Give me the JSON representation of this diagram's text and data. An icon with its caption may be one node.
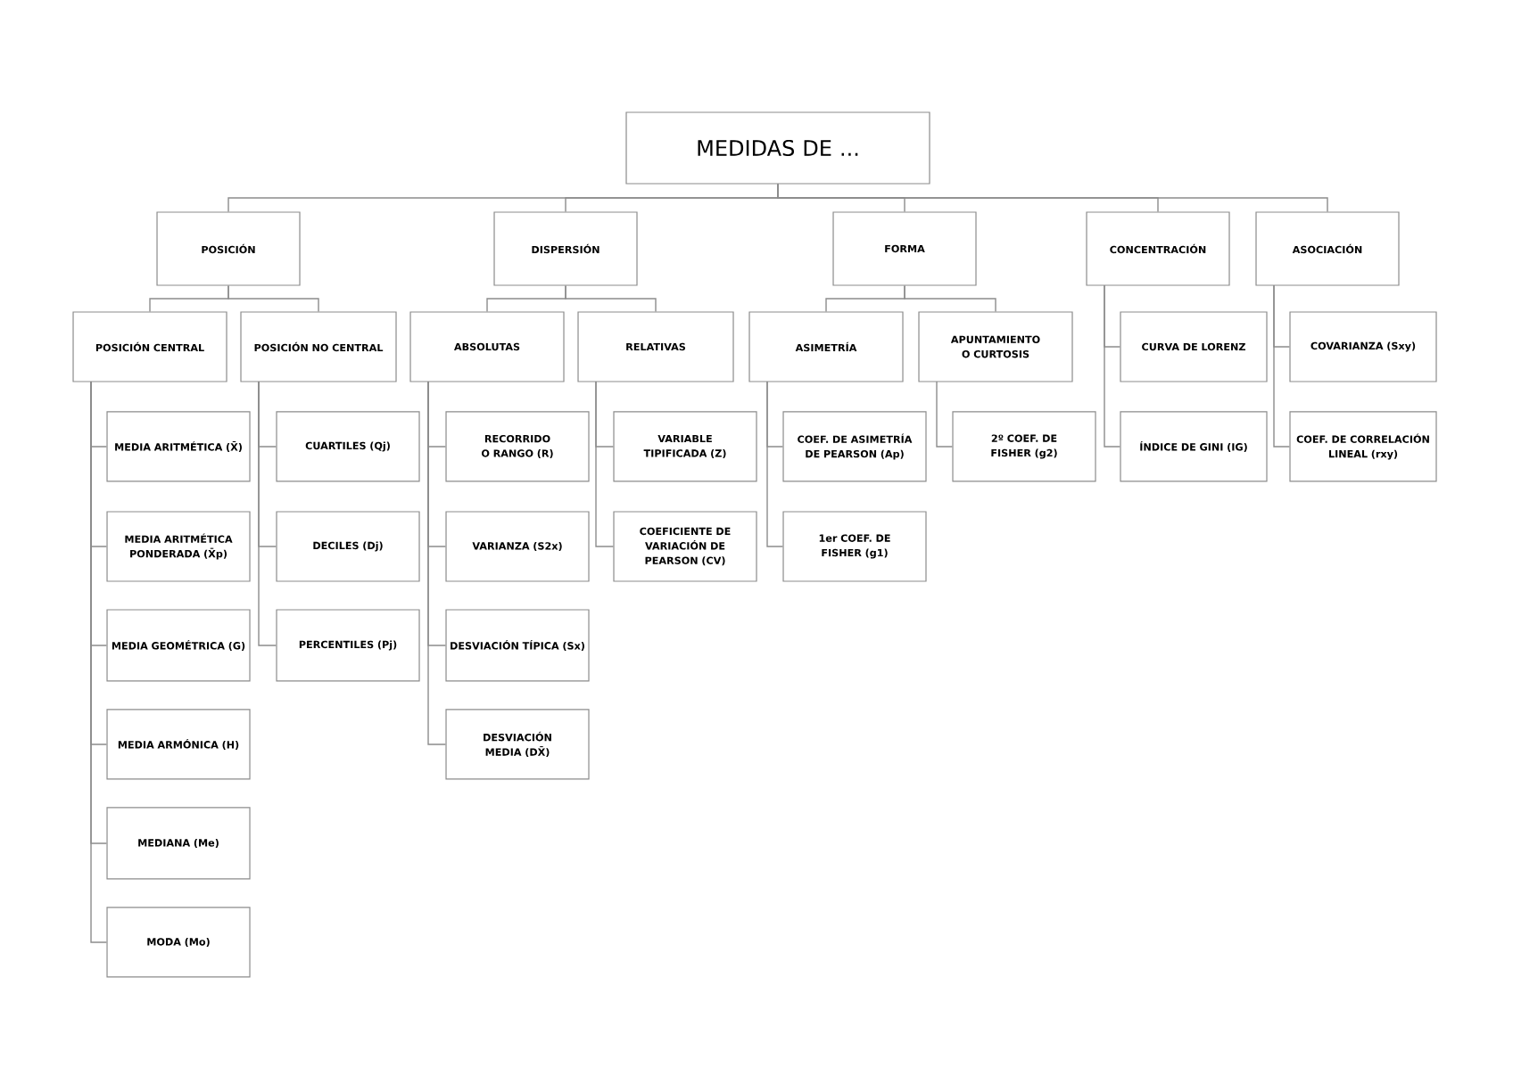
{
  "diagram": {
    "nodes": [
      {
        "text": [
          "MEDIDAS DE ..."
        ]
      },
      {
        "text": [
          "POSICIÓN"
        ]
      },
      {
        "text": [
          "DISPERSIÓN"
        ]
      },
      {
        "text": [
          "FORMA"
        ]
      },
      {
        "text": [
          "CONCENTRACIÓN"
        ]
      },
      {
        "text": [
          "ASOCIACIÓN"
        ]
      },
      {
        "text": [
          "POSICIÓN CENTRAL"
        ]
      },
      {
        "text": [
          "POSICIÓN NO CENTRAL"
        ]
      },
      {
        "text": [
          "ABSOLUTAS"
        ]
      },
      {
        "text": [
          "RELATIVAS"
        ]
      },
      {
        "text": [
          "ASIMETRÍA"
        ]
      },
      {
        "text": [
          "APUNTAMIENTO O CURTOSIS"
        ]
      },
      {
        "text": [
          "MEDIA ARITMÉTICA (X̄)"
        ]
      },
      {
        "text": [
          "MEDIA ARITMÉTICA PONDERADA (X̄p)"
        ]
      },
      {
        "text": [
          "MEDIA GEOMÉTRICA (G)"
        ]
      },
      {
        "text": [
          "MEDIA ARMÓNICA (H)"
        ]
      },
      {
        "text": [
          "MEDIANA (Me)"
        ]
      },
      {
        "text": [
          "MODA (Mo)"
        ]
      },
      {
        "text": [
          "CUARTILES (Qj)"
        ]
      },
      {
        "text": [
          "DECILES (Dj)"
        ]
      },
      {
        "text": [
          "PERCENTILES (Pj)"
        ]
      },
      {
        "text": [
          "RECORRIDO O RANGO (R)"
        ]
      },
      {
        "text": [
          "VARIANZA (S2x)"
        ]
      },
      {
        "text": [
          "DESVIACIÓN TÍPICA (Sx)"
        ]
      },
      {
        "text": [
          "DESVIACIÓN MEDIA (DX̄)"
        ]
      },
      {
        "text": [
          "VARIABLE TIPIFICADA (Z)"
        ]
      },
      {
        "text": [
          "COEFICIENTE DE VARIACIÓN DE PEARSON (CV)"
        ]
      },
      {
        "text": [
          "COEF. DE ASIMETRÍA DE PEARSON (Ap)"
        ]
      },
      {
        "text": [
          "1er COEF. DE FISHER (g1)"
        ]
      },
      {
        "text": [
          "2º COEF. DE FISHER (g2)"
        ]
      },
      {
        "text": [
          "CURVA DE LORENZ"
        ]
      },
      {
        "text": [
          "ÍNDICE DE GINI (IG)"
        ]
      },
      {
        "text": [
          "COVARIANZA (Sxy)"
        ]
      },
      {
        "text": [
          "COEF. DE CORRELACIÓN LINEAL (rxy)"
        ]
      }
    ],
    "edges": [
      {
        "from": 0,
        "to": 1,
        "arrow": "none"
      },
      {
        "from": 0,
        "to": 2,
        "arrow": "none"
      },
      {
        "from": 0,
        "to": 3,
        "arrow": "none"
      },
      {
        "from": 0,
        "to": 4,
        "arrow": "none"
      },
      {
        "from": 0,
        "to": 5,
        "arrow": "none"
      },
      {
        "from": 1,
        "to": 6,
        "arrow": "none"
      },
      {
        "from": 1,
        "to": 7,
        "arrow": "none"
      },
      {
        "from": 2,
        "to": 8,
        "arrow": "none"
      },
      {
        "from": 2,
        "to": 9,
        "arrow": "none"
      },
      {
        "from": 3,
        "to": 10,
        "arrow": "none"
      },
      {
        "from": 3,
        "to": 11,
        "arrow": "none"
      },
      {
        "from": 6,
        "to": 12,
        "arrow": "none"
      },
      {
        "from": 6,
        "to": 13,
        "arrow": "none"
      },
      {
        "from": 6,
        "to": 14,
        "arrow": "none"
      },
      {
        "from": 6,
        "to": 15,
        "arrow": "none"
      },
      {
        "from": 6,
        "to": 16,
        "arrow": "none"
      },
      {
        "from": 6,
        "to": 17,
        "arrow": "none"
      },
      {
        "from": 7,
        "to": 18,
        "arrow": "none"
      },
      {
        "from": 7,
        "to": 19,
        "arrow": "none"
      },
      {
        "from": 7,
        "to": 20,
        "arrow": "none"
      },
      {
        "from": 8,
        "to": 21,
        "arrow": "none"
      },
      {
        "from": 8,
        "to": 22,
        "arrow": "none"
      },
      {
        "from": 8,
        "to": 23,
        "arrow": "none"
      },
      {
        "from": 8,
        "to": 24,
        "arrow": "none"
      },
      {
        "from": 9,
        "to": 25,
        "arrow": "none"
      },
      {
        "from": 9,
        "to": 26,
        "arrow": "none"
      },
      {
        "from": 10,
        "to": 27,
        "arrow": "none"
      },
      {
        "from": 10,
        "to": 28,
        "arrow": "none"
      },
      {
        "from": 11,
        "to": 29,
        "arrow": "none"
      },
      {
        "from": 4,
        "to": 30,
        "arrow": "none"
      },
      {
        "from": 4,
        "to": 31,
        "arrow": "none"
      },
      {
        "from": 5,
        "to": 32,
        "arrow": "none"
      },
      {
        "from": 5,
        "to": 33,
        "arrow": "none"
      }
    ]
  }
}
